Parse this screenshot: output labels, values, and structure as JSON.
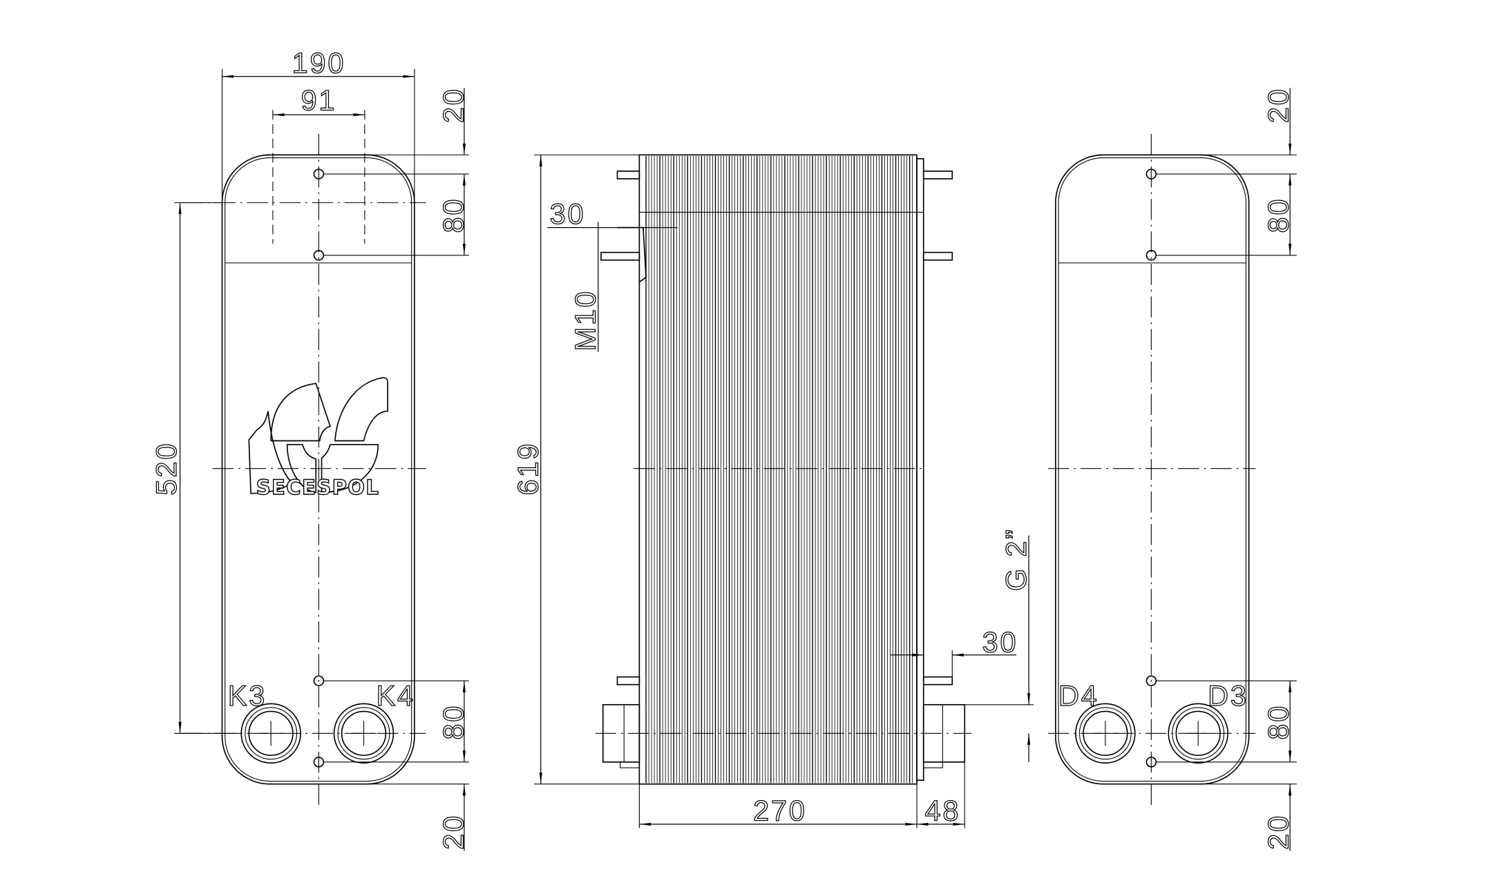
{
  "drawing": {
    "brand": "SECESPOL",
    "left_view": {
      "dim_width": "190",
      "dim_bolt_spacing": "91",
      "dim_top_edge": "20",
      "dim_top_ports": "80",
      "dim_port_spacing": "520",
      "dim_bottom_ports": "80",
      "dim_bottom_edge": "20",
      "port_left": "K3",
      "port_right": "K4"
    },
    "side_view": {
      "dim_height": "619",
      "dim_stud_top": "30",
      "stud_thread": "M10",
      "connection_thread": "G 2”",
      "dim_stud_bottom": "30",
      "dim_pack_length": "270",
      "dim_connection_length": "48"
    },
    "right_view": {
      "dim_top_edge": "20",
      "dim_top_ports": "80",
      "dim_bottom_ports": "80",
      "dim_bottom_edge": "20",
      "port_left": "D4",
      "port_right": "D3"
    }
  }
}
